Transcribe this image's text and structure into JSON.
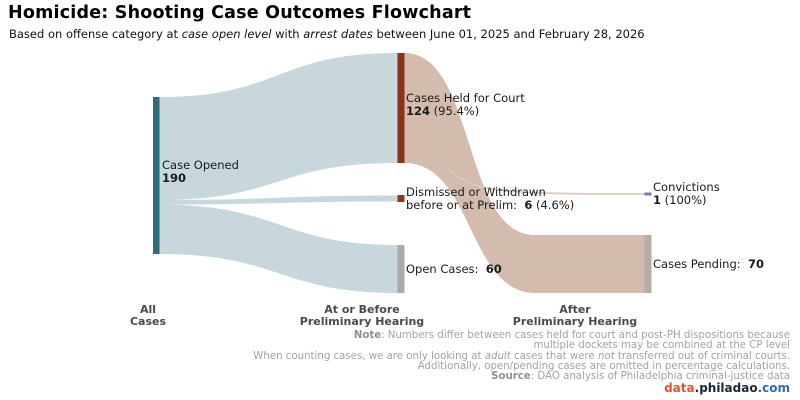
{
  "header": {
    "title": "Homicide: Shooting Case Outcomes Flowchart",
    "subtitle": {
      "p1": "Based on offense category at ",
      "i1": "case open level",
      "p2": " with ",
      "i2": "arrest dates",
      "p3": " between June 01, 2025 and February 28, 2026"
    }
  },
  "sankey": {
    "nodes": {
      "case_opened": {
        "label": "Case Opened",
        "value": "190"
      },
      "held": {
        "label": "Cases Held for Court",
        "value": "124",
        "pct": " (95.4%)"
      },
      "dismissed": {
        "label_line1": "Dismissed or Withdrawn",
        "label_line2": "before or at Prelim: ",
        "value": "6",
        "pct": " (4.6%)"
      },
      "open": {
        "label": "Open Cases: ",
        "value": "60"
      },
      "convictions": {
        "label": "Convictions",
        "value": "1",
        "pct": " (100%)"
      },
      "pending": {
        "label": "Cases Pending: ",
        "value": "70"
      }
    },
    "columns": {
      "col1_line1": "All",
      "col1_line2": "Cases",
      "col2_line1": "At or Before",
      "col2_line2": "Preliminary Hearing",
      "col3_line1": "After",
      "col3_line2": "Preliminary Hearing"
    }
  },
  "chart_data": {
    "type": "sankey",
    "title": "Homicide: Shooting Case Outcomes Flowchart",
    "subtitle": "Based on offense category at case open level with arrest dates between June 01, 2025 and February 28, 2026",
    "stages": [
      "All Cases",
      "At or Before Preliminary Hearing",
      "After Preliminary Hearing"
    ],
    "nodes": [
      {
        "id": "case_opened",
        "label": "Case Opened",
        "stage": 0,
        "value": 190
      },
      {
        "id": "cases_held_for_court",
        "label": "Cases Held for Court",
        "stage": 1,
        "value": 124,
        "pct": "95.4%"
      },
      {
        "id": "dismissed_withdrawn",
        "label": "Dismissed or Withdrawn before or at Prelim",
        "stage": 1,
        "value": 6,
        "pct": "4.6%"
      },
      {
        "id": "open_cases",
        "label": "Open Cases",
        "stage": 1,
        "value": 60
      },
      {
        "id": "convictions",
        "label": "Convictions",
        "stage": 2,
        "value": 1,
        "pct": "100%"
      },
      {
        "id": "cases_pending",
        "label": "Cases Pending",
        "stage": 2,
        "value": 70
      }
    ],
    "links": [
      {
        "source": "case_opened",
        "target": "cases_held_for_court",
        "value": 124
      },
      {
        "source": "case_opened",
        "target": "dismissed_withdrawn",
        "value": 6
      },
      {
        "source": "case_opened",
        "target": "open_cases",
        "value": 60
      },
      {
        "source": "cases_held_for_court",
        "target": "convictions",
        "value": 1
      },
      {
        "source": "cases_held_for_court",
        "target": "cases_pending",
        "value": 70
      }
    ],
    "colors": {
      "node_case_opened": "#2e6d7c",
      "node_held": "#87341a",
      "node_dismissed": "#8f3a1e",
      "node_open": "#a9a9a9",
      "node_convictions": "#7678b0",
      "node_pending": "#b3aca8",
      "flow_blue": "#c7d7db",
      "flow_pink": "#d3bcae"
    },
    "legend_position": "none",
    "grid": false
  },
  "notes": {
    "l1_bold": "Note",
    "l1_rest": ": Numbers differ between cases held for court and post-PH dispositions because",
    "l2": "multiple dockets may be combined at the CP level",
    "l3_p1": "When counting cases, we are only looking at ",
    "l3_i1": "adult",
    "l3_p2": " cases that were ",
    "l3_i2": "not",
    "l3_p3": " transferred out of criminal courts.",
    "l4": "Additionally, open/pending cases are omitted in percentage calculations.",
    "l5_bold": "Source",
    "l5_rest": ": DAO analysis of Philadelphia criminal-justice data"
  },
  "footer": {
    "brand_data": "data",
    "brand_dot1": ".",
    "brand_philadao": "philadao",
    "brand_com": ".com"
  }
}
